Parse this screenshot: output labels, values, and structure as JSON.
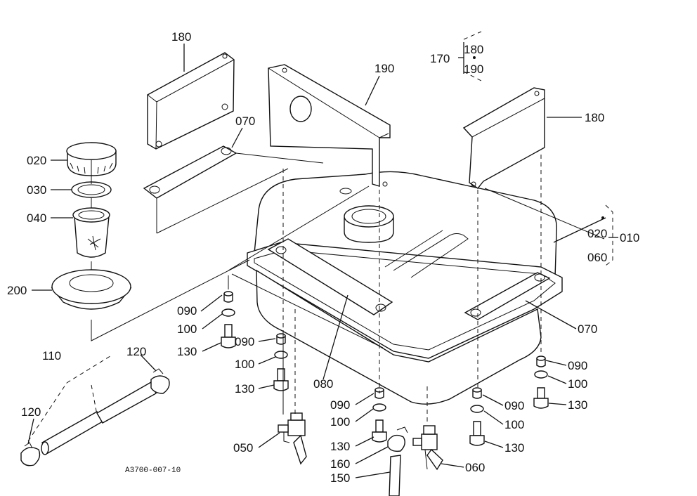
{
  "drawing_code": "A3700-007-10",
  "labels": {
    "l180a": "180",
    "l190": "190",
    "l170": "170",
    "l180k": "180",
    "l190k": "190",
    "l180b": "180",
    "l070a": "070",
    "l020": "020",
    "l030": "030",
    "l040": "040",
    "l200": "200",
    "l020k": "020",
    "l010": "010",
    "l060k": "060",
    "l090a": "090",
    "l100a": "100",
    "l130a": "130",
    "l090b": "090",
    "l100b": "100",
    "l130b": "130",
    "l080": "080",
    "l070b": "070",
    "l090c": "090",
    "l100c": "100",
    "l130c": "130",
    "l090d": "090",
    "l100d": "100",
    "l130d": "130",
    "l090e": "090",
    "l100e": "100",
    "l130e": "130",
    "l110": "110",
    "l120a": "120",
    "l120b": "120",
    "l050": "050",
    "l160": "160",
    "l150": "150",
    "l060": "060"
  }
}
